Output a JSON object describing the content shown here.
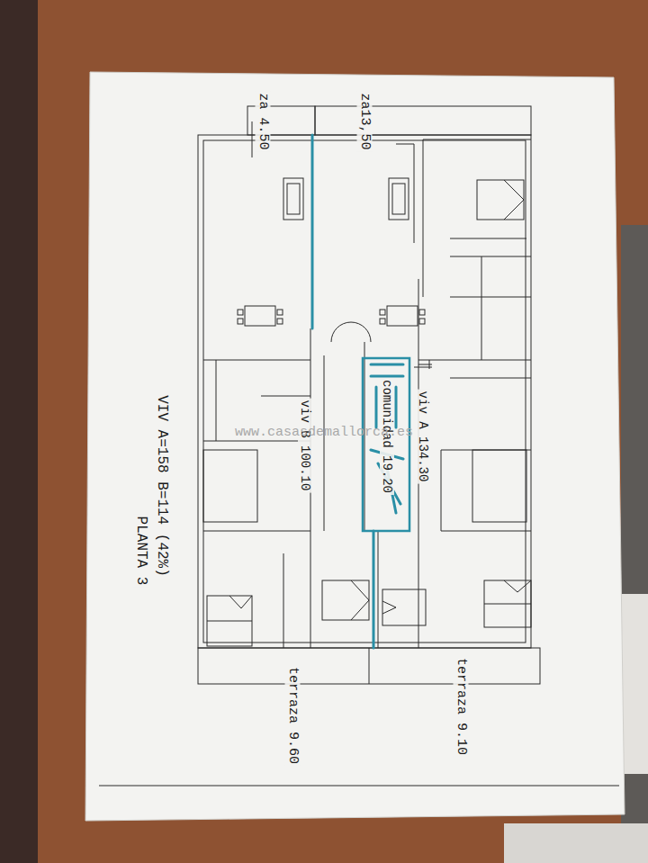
{
  "diagram": {
    "labels": [
      "za 4.50",
      "za13,50",
      "viv A 134.30",
      "comunidad 19.20",
      "viv B 100.10",
      "www.casasdemallorca.es",
      "VIV A=158 B=114 (42%)",
      "PLANTA 3",
      "terraza 9.60",
      "terraza 9.10"
    ]
  }
}
